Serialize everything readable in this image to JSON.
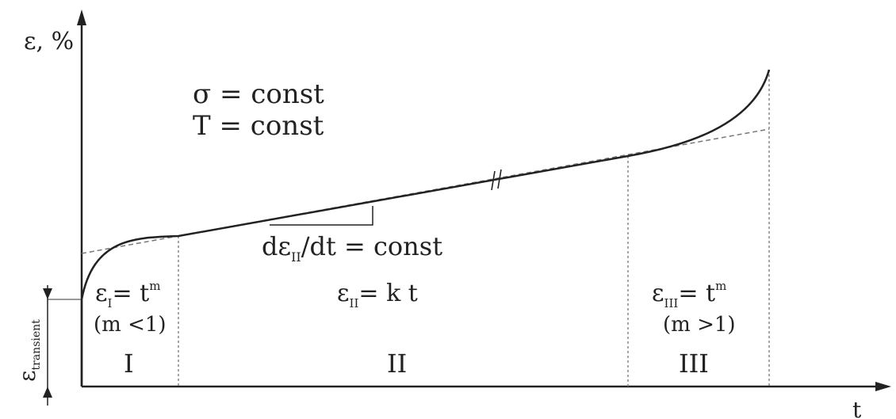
{
  "axes": {
    "y_label": "ε, %",
    "x_label": "t"
  },
  "conditions": {
    "stress": "σ = const",
    "temperature": "T = const"
  },
  "slope": {
    "label_base": "dε",
    "label_sub": "II",
    "label_tail": "/dt = const"
  },
  "elastic_strain": {
    "symbol": "ε",
    "sub": "transient"
  },
  "stages": [
    {
      "numeral": "I",
      "eq_base": "ε",
      "eq_sub": "I",
      "eq_mid": "= t",
      "eq_sup": "m",
      "cond": "(m <1)"
    },
    {
      "numeral": "II",
      "eq_base": "ε",
      "eq_sub": "II",
      "eq_mid": "= k t",
      "eq_sup": "",
      "cond": ""
    },
    {
      "numeral": "III",
      "eq_base": "ε",
      "eq_sub": "III",
      "eq_mid": "= t",
      "eq_sup": "m",
      "cond": "(m >1)"
    }
  ],
  "colors": {
    "ink": "#222222",
    "dashed": "#777777",
    "tick": "#999999"
  }
}
